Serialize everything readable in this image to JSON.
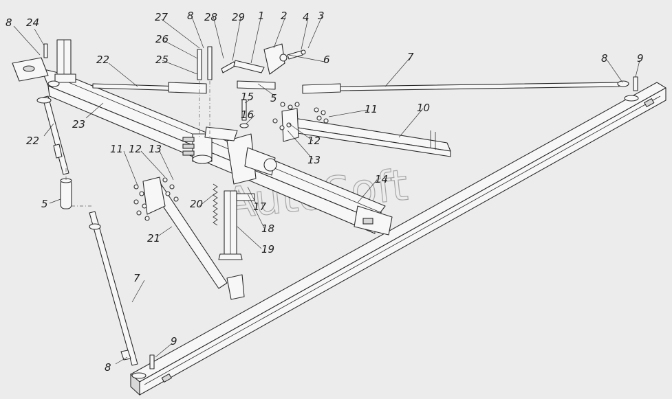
{
  "watermark": "AutoSoft",
  "callouts": {
    "c1": "1",
    "c2": "2",
    "c3": "3",
    "c4": "4",
    "c5a": "5",
    "c5b": "5",
    "c6": "6",
    "c7a": "7",
    "c7b": "7",
    "c8a": "8",
    "c8b": "8",
    "c8c": "8",
    "c8d": "8",
    "c9a": "9",
    "c9b": "9",
    "c10": "10",
    "c11a": "11",
    "c11b": "11",
    "c12a": "12",
    "c12b": "12",
    "c13a": "13",
    "c13b": "13",
    "c14": "14",
    "c15": "15",
    "c16": "16",
    "c17": "17",
    "c18": "18",
    "c19": "19",
    "c20": "20",
    "c21": "21",
    "c22a": "22",
    "c22b": "22",
    "c23": "23",
    "c24": "24",
    "c25": "25",
    "c26": "26",
    "c27": "27",
    "c28": "28",
    "c29": "29"
  }
}
